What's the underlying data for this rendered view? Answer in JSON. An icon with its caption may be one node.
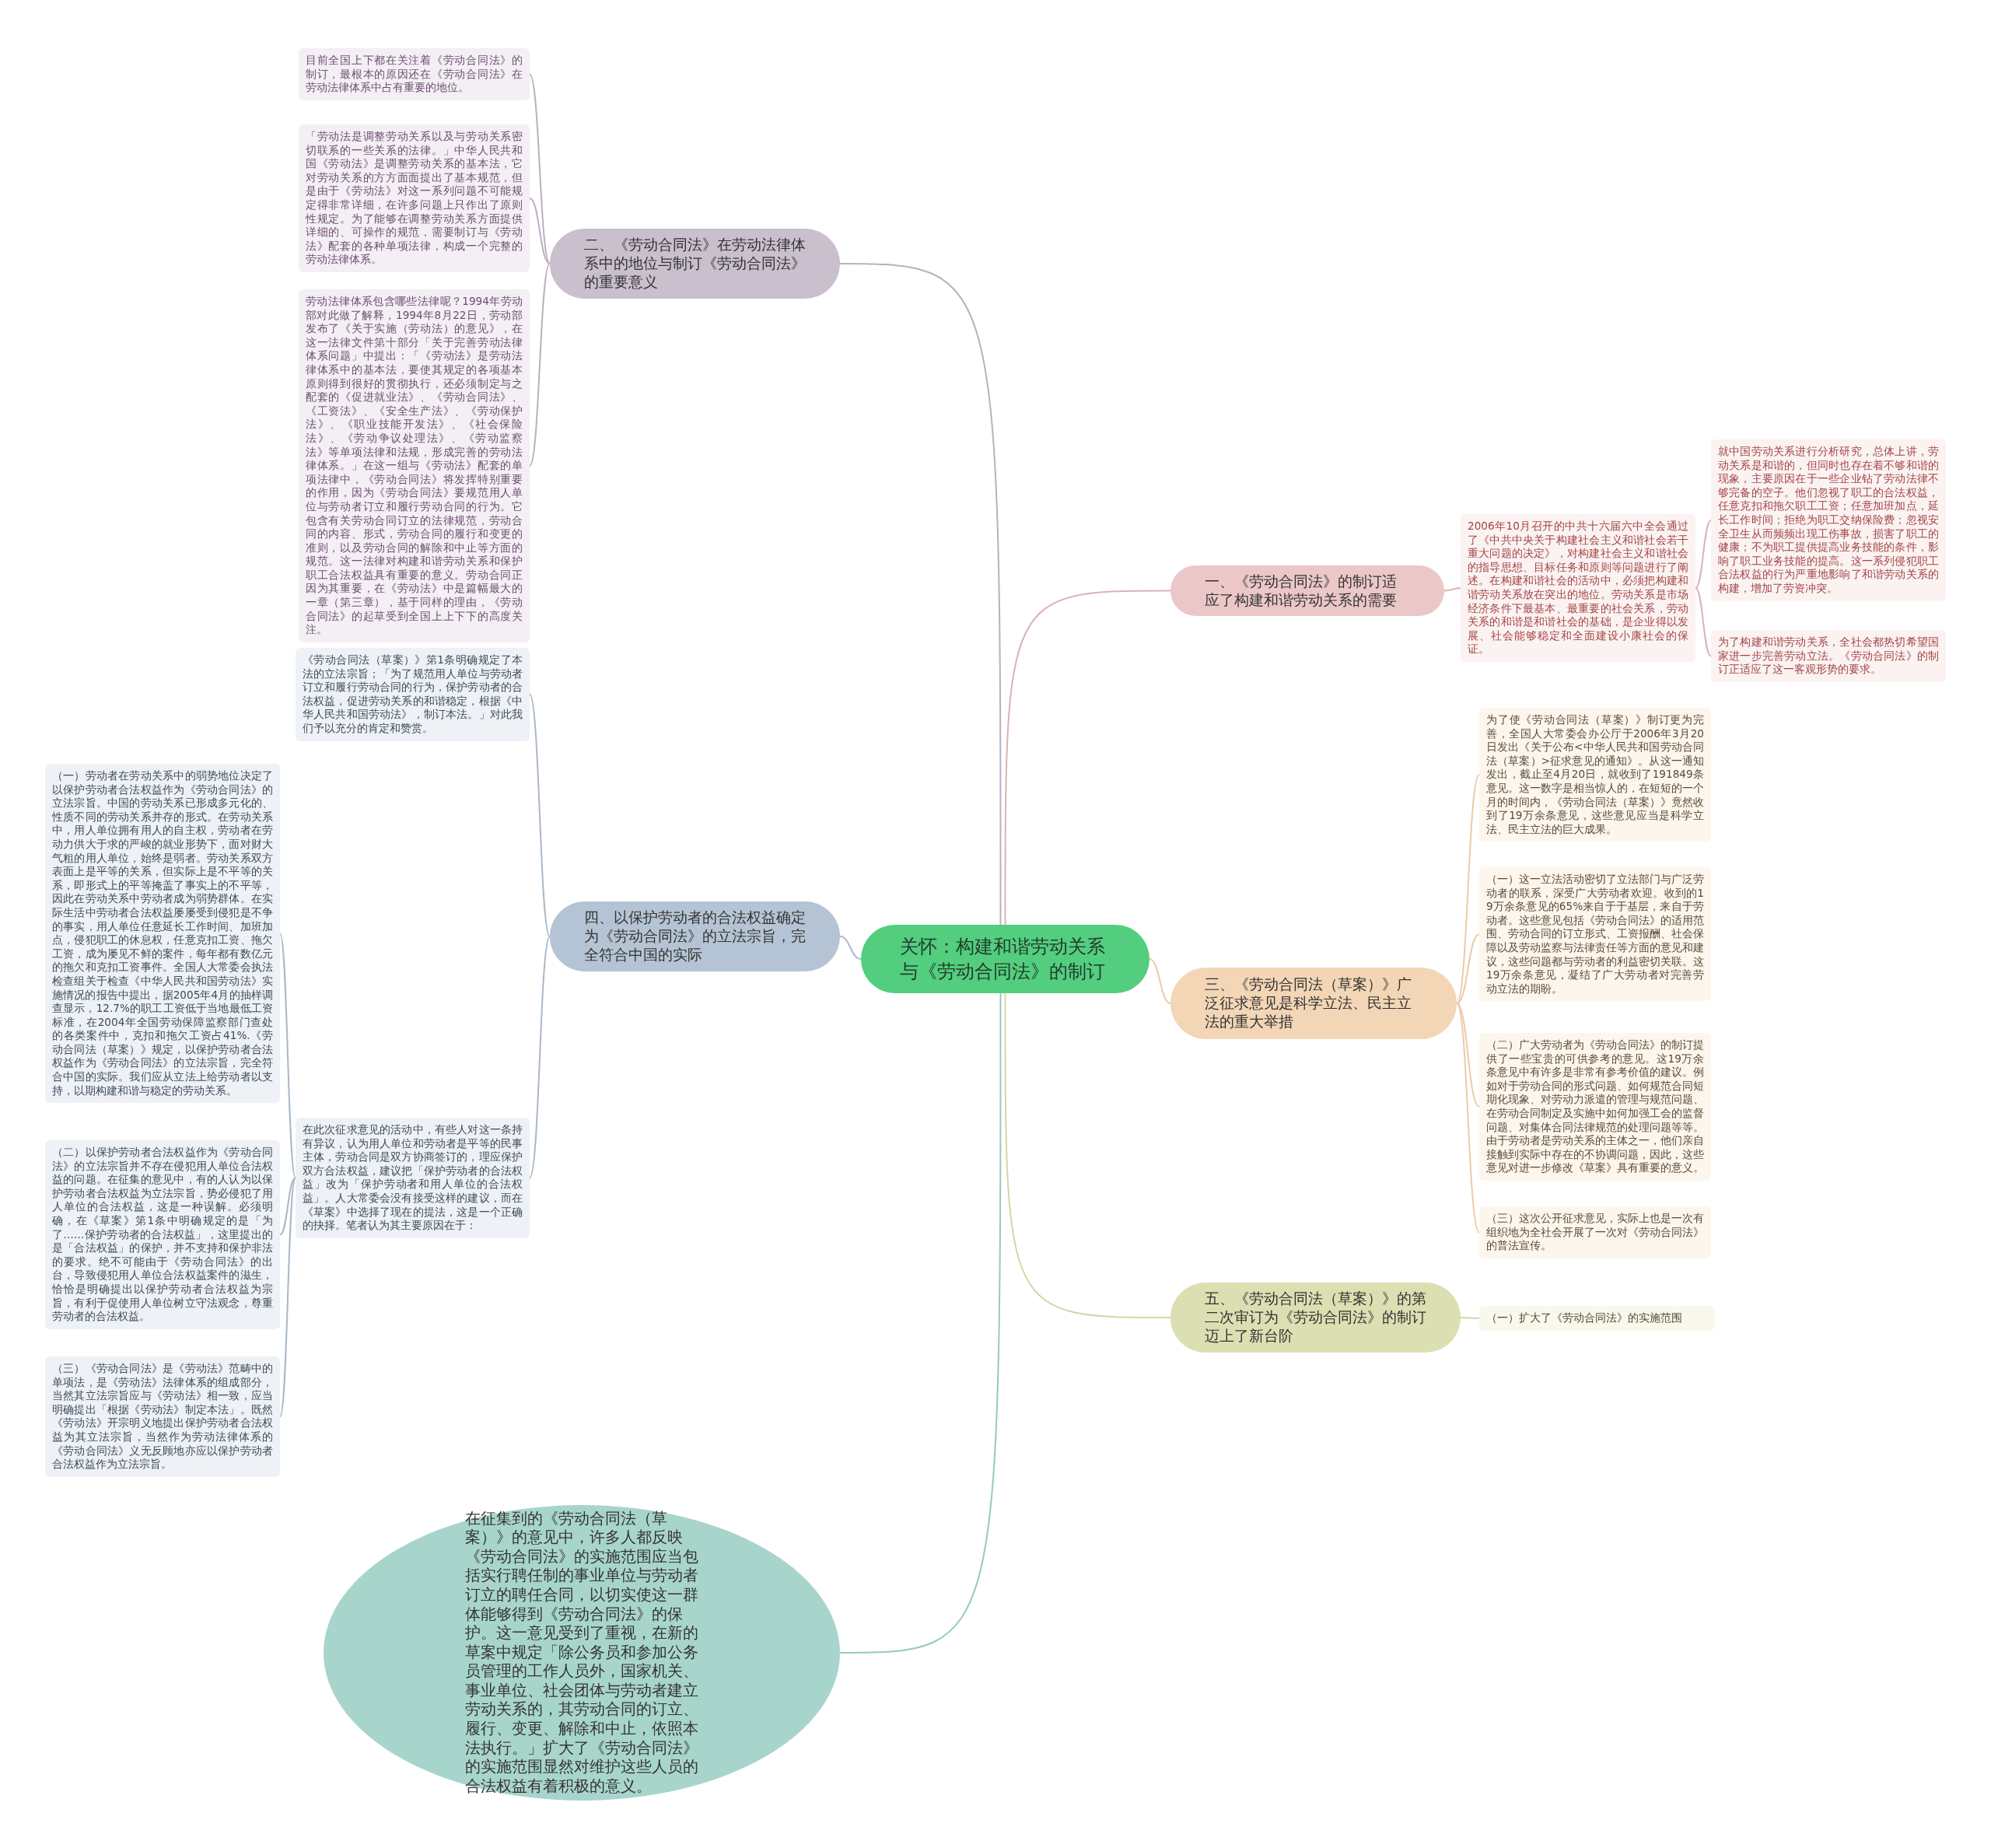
{
  "diagram": {
    "nodes": [
      {
        "text": [
          "关怀：构建和谐劳动关系与《劳动合同法》的制订"
        ]
      },
      {
        "text": [
          "一、《劳动合同法》的制订适应了构建和谐劳动关系的需要"
        ]
      },
      {
        "text": [
          "2006年10月召开的中共十六届六中全会通过了《中共中央关于构建社会主义和谐社会若干重大问题的决定》，对构建社会主义和谐社会的指导思想、目标任务和原则等问题进行了阐述。在构建和谐社会的活动中，必须把构建和谐劳动关系放在突出的地位。劳动关系是市场经济条件下最基本、最重要的社会关系，劳动关系的和谐是和谐社会的基础，是企业得以发展、社会能够稳定和全面建设小康社会的保证。"
        ]
      },
      {
        "text": [
          "就中国劳动关系进行分析研究，总体上讲，劳动关系是和谐的，但同时也存在着不够和谐的现象，主要原因在于一些企业钻了劳动法律不够完备的空子。他们忽视了职工的合法权益，任意克扣和拖欠职工工资；任意加班加点，延长工作时间；拒绝为职工交纳保险费；忽视安全卫生从而频频出现工伤事故，损害了职工的健康；不为职工提供提高业务技能的条件，影响了职工业务技能的提高。这一系列侵犯职工合法权益的行为严重地影响了和谐劳动关系的构建，增加了劳资冲突。"
        ]
      },
      {
        "text": [
          "为了构建和谐劳动关系，全社会都热切希望国家进一步完善劳动立法。《劳动合同法》的制订正适应了这一客观形势的要求。"
        ]
      },
      {
        "text": [
          "二、《劳动合同法》在劳动法律体系中的地位与制订《劳动合同法》的重要意义"
        ]
      },
      {
        "text": [
          "目前全国上下都在关注着《劳动合同法》的制订，最根本的原因还在《劳动合同法》在劳动法律体系中占有重要的地位。"
        ]
      },
      {
        "text": [
          "「劳动法是调整劳动关系以及与劳动关系密切联系的一些关系的法律。」中华人民共和国《劳动法》是调整劳动关系的基本法，它对劳动关系的方方面面提出了基本规范，但是由于《劳动法》对这一系列问题不可能规定得非常详细，在许多问题上只作出了原则性规定。为了能够在调整劳动关系方面提供详细的、可操作的规范，需要制订与《劳动法》配套的各种单项法律，构成一个完整的劳动法律体系。"
        ]
      },
      {
        "text": [
          "劳动法律体系包含哪些法律呢？1994年劳动部对此做了解释，1994年8月22日，劳动部发布了《关于实施（劳动法）的意见》，在这一法律文件第十部分「关于完善劳动法律体系问题」中提出：「《劳动法》是劳动法律体系中的基本法，要使其规定的各项基本原则得到很好的贯彻执行，还必须制定与之配套的《促进就业法》、《劳动合同法》、《工资法》、《安全生产法》、《劳动保护法》、《职业技能开发法》、《社会保险法》、《劳动争议处理法》、《劳动监察法》等单项法律和法规，形成完善的劳动法律体系。」在这一组与《劳动法》配套的单项法律中，《劳动合同法》将发挥特别重要的作用，因为《劳动合同法》要规范用人单位与劳动者订立和履行劳动合同的行为。它包含有关劳动合同订立的法律规范，劳动合同的内容、形式，劳动合同的履行和变更的准则，以及劳动合同的解除和中止等方面的规范。这一法律对构建和谐劳动关系和保护职工合法权益具有重要的意义。劳动合同正因为其重要，在《劳动法》中是篇幅最大的一章（第三章），基于同样的理由，《劳动合同法》的起草受到全国上上下下的高度关注。"
        ]
      },
      {
        "text": [
          "三、《劳动合同法（草案）》广泛征求意见是科学立法、民主立法的重大举措"
        ]
      },
      {
        "text": [
          "为了使《劳动合同法（草案）》制订更为完善，全国人大常委会办公厅于2006年3月20日发出《关于公布<中华人民共和国劳动合同法（草案）>征求意见的通知》。从这一通知发出，截止至4月20日，就收到了191849条意见。这一数字是相当惊人的，在短短的一个月的时间内，《劳动合同法（草案）》竟然收到了19万余条意见，这些意见应当是科学立法、民主立法的巨大成果。"
        ]
      },
      {
        "text": [
          "（一）这一立法活动密切了立法部门与广泛劳动者的联系，深受广大劳动者欢迎。收到的19万余条意见的65%来自于于基层，来自于劳动者。这些意见包括《劳动合同法》的适用范围、劳动合同的订立形式、工资报酬、社会保障以及劳动监察与法律责任等方面的意见和建议，这些问题都与劳动者的利益密切关联。这19万余条意见，凝结了广大劳动者对完善劳动立法的期盼。"
        ]
      },
      {
        "text": [
          "（二）广大劳动者为《劳动合同法》的制订提供了一些宝贵的可供参考的意见。这19万余条意见中有许多是非常有参考价值的建议。例如对于劳动合同的形式问题、如何规范合同短期化现象、对劳动力派遣的管理与规范问题、在劳动合同制定及实施中如何加强工会的监督问题、对集体合同法律规范的处理问题等等。由于劳动者是劳动关系的主体之一，他们亲自接触到实际中存在的不协调问题，因此，这些意见对进一步修改《草案》具有重要的意义。"
        ]
      },
      {
        "text": [
          "（三）这次公开征求意见，实际上也是一次有组织地为全社会开展了一次对《劳动合同法》的普法宣传。"
        ]
      },
      {
        "text": [
          "四、以保护劳动者的合法权益确定为《劳动合同法》的立法宗旨，完全符合中国的实际"
        ]
      },
      {
        "text": [
          "《劳动合同法（草案）》第1条明确规定了本法的立法宗旨；「为了规范用人单位与劳动者订立和履行劳动合同的行为，保护劳动者的合法权益，促进劳动关系的和谐稳定，根据《中华人民共和国劳动法》，制订本法。」对此我们予以充分的肯定和赞赏。"
        ]
      },
      {
        "text": [
          "在此次征求意见的活动中，有些人对这一条持有异议，认为用人单位和劳动者是平等的民事主体，劳动合同是双方协商签订的，理应保护双方合法权益，建议把「保护劳动者的合法权益」改为「保护劳动者和用人单位的合法权益」。人大常委会没有接受这样的建议，而在《草案》中选择了现在的提法，这是一个正确的抉择。笔者认为其主要原因在于："
        ]
      },
      {
        "text": [
          "（一）劳动者在劳动关系中的弱势地位决定了以保护劳动者合法权益作为《劳动合同法》的立法宗旨。中国的劳动关系已形成多元化的、性质不同的劳动关系并存的形式。在劳动关系中，用人单位拥有用人的自主权，劳动者在劳动力供大于求的严峻的就业形势下，面对财大气粗的用人单位，始终是弱者。劳动关系双方表面上是平等的关系，但实际上是不平等的关系，即形式上的平等掩盖了事实上的不平等，因此在劳动关系中劳动者成为弱势群体。在实际生活中劳动者合法权益屡屡受到侵犯是不争的事实，用人单位任意延长工作时间、加班加点，侵犯职工的休息权，任意克扣工资、拖欠工资，成为屡见不鲜的案件，每年都有数亿元的拖欠和克扣工资事件。全国人大常委会执法检查组关于检查《中华人民共和国劳动法》实施情况的报告中提出，据2005年4月的抽样调查显示，12.7%的职工工资低于当地最低工资标准，在2004年全国劳动保障监察部门查处的各类案件中，克扣和拖欠工资占41%.《劳动合同法（草案）》规定，以保护劳动者合法权益作为《劳动合同法》的立法宗旨，完全符合中国的实际。我们应从立法上给劳动者以支持，以期构建和谐与稳定的劳动关系。"
        ]
      },
      {
        "text": [
          "（二）以保护劳动者合法权益作为《劳动合同法》的立法宗旨并不存在侵犯用人单位合法权益的问题。在征集的意见中，有的人认为以保护劳动者合法权益为立法宗旨，势必侵犯了用人单位的合法权益，这是一种误解。必须明确，在《草案》第1条中明确规定的是「为了……保护劳动者的合法权益」，这里提出的是「合法权益」的保护，并不支持和保护非法的要求。绝不可能由于《劳动合同法》的出台，导致侵犯用人单位合法权益案件的滋生，恰恰是明确提出以保护劳动者合法权益为宗旨，有利于促使用人单位树立守法观念，尊重劳动者的合法权益。"
        ]
      },
      {
        "text": [
          "（三）《劳动合同法》是《劳动法》范畴中的单项法，是《劳动法》法律体系的组成部分，当然其立法宗旨应与《劳动法》相一致，应当明确提出「根据《劳动法》制定本法」。既然《劳动法》开宗明义地提出保护劳动者合法权益为其立法宗旨，当然作为劳动法律体系的《劳动合同法》义无反顾地亦应以保护劳动者合法权益作为立法宗旨。"
        ]
      },
      {
        "text": [
          "五、《劳动合同法（草案）》的第二次审订为《劳动合同法》的制订迈上了新台阶"
        ]
      },
      {
        "text": [
          "（一）扩大了《劳动合同法》的实施范围"
        ]
      },
      {
        "text": [
          "在征集到的《劳动合同法（草案）》的意见中，许多人都反映《劳动合同法》的实施范围应当包括实行聘任制的事业单位与劳动者订立的聘任合同，以切实使这一群体能够得到《劳动合同法》的保护。这一意见受到了重视，在新的草案中规定「除公务员和参加公务员管理的工作人员外，国家机关、事业单位、社会团体与劳动者建立劳动关系的，其劳动合同的订立、履行、变更、解除和中止，依照本法执行。」扩大了《劳动合同法》的实施范围显然对维护这些人员的合法权益有着积极的意义。"
        ]
      }
    ],
    "edges": [
      {
        "from": 0,
        "to": 1,
        "arrow": "none",
        "color": "#dcb3b3"
      },
      {
        "from": 1,
        "to": 2,
        "arrow": "none",
        "color": "#dcb3b3"
      },
      {
        "from": 2,
        "to": 3,
        "arrow": "none",
        "color": "#dcb3b3"
      },
      {
        "from": 2,
        "to": 4,
        "arrow": "none",
        "color": "#dcb3b3"
      },
      {
        "from": 0,
        "to": 5,
        "arrow": "none",
        "color": "#bcaec0"
      },
      {
        "from": 5,
        "to": 6,
        "arrow": "none",
        "color": "#bcaec0"
      },
      {
        "from": 5,
        "to": 7,
        "arrow": "none",
        "color": "#bcaec0"
      },
      {
        "from": 5,
        "to": 8,
        "arrow": "none",
        "color": "#bcaec0"
      },
      {
        "from": 0,
        "to": 9,
        "arrow": "none",
        "color": "#ebcba4"
      },
      {
        "from": 9,
        "to": 10,
        "arrow": "none",
        "color": "#ebcba4"
      },
      {
        "from": 9,
        "to": 11,
        "arrow": "none",
        "color": "#ebcba4"
      },
      {
        "from": 9,
        "to": 12,
        "arrow": "none",
        "color": "#ebcba4"
      },
      {
        "from": 9,
        "to": 13,
        "arrow": "none",
        "color": "#ebcba4"
      },
      {
        "from": 0,
        "to": 14,
        "arrow": "none",
        "color": "#a9b8c8"
      },
      {
        "from": 14,
        "to": 15,
        "arrow": "none",
        "color": "#a9b8c8"
      },
      {
        "from": 14,
        "to": 16,
        "arrow": "none",
        "color": "#a9b8c8"
      },
      {
        "from": 16,
        "to": 17,
        "arrow": "none",
        "color": "#a9b8c8"
      },
      {
        "from": 16,
        "to": 18,
        "arrow": "none",
        "color": "#a9b8c8"
      },
      {
        "from": 16,
        "to": 19,
        "arrow": "none",
        "color": "#a9b8c8"
      },
      {
        "from": 0,
        "to": 20,
        "arrow": "none",
        "color": "#d3d7a4"
      },
      {
        "from": 20,
        "to": 21,
        "arrow": "none",
        "color": "#d3d7a4"
      },
      {
        "from": 0,
        "to": 22,
        "arrow": "none",
        "color": "#93cbbf"
      }
    ]
  }
}
